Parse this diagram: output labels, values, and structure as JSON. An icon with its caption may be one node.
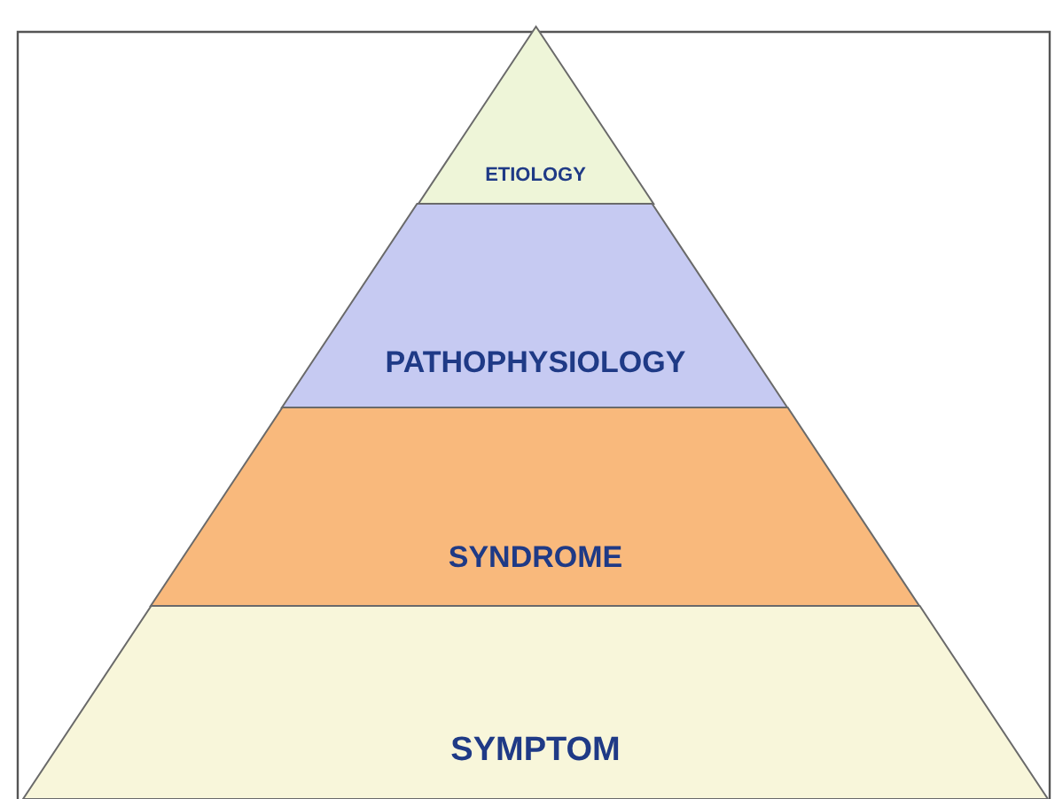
{
  "diagram": {
    "nodes": [
      {
        "text": [
          "ETIOLOGY"
        ]
      },
      {
        "text": [
          "PATHOPHYSIOLOGY"
        ]
      },
      {
        "text": [
          "SYNDROME"
        ]
      },
      {
        "text": [
          "SYMPTOM"
        ]
      }
    ]
  }
}
